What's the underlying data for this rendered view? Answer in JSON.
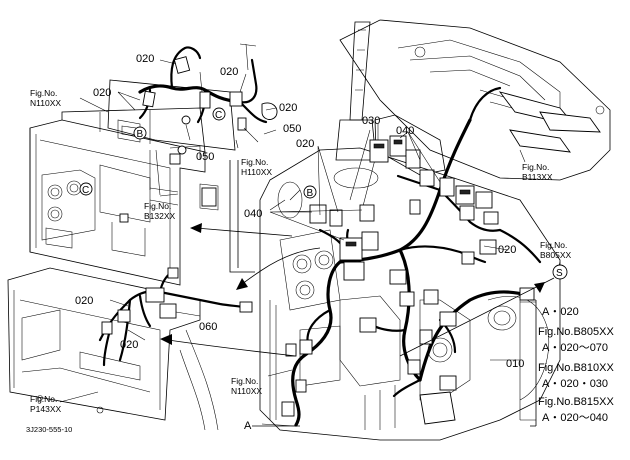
{
  "part_numbers": {
    "p020_a": "020",
    "p020_b": "020",
    "p020_c": "020",
    "p020_d": "020",
    "p020_e": "020",
    "p020_f": "020",
    "p020_g": "020",
    "p020_h": "020",
    "p030": "030",
    "p040_a": "040",
    "p040_b": "040",
    "p050_a": "050",
    "p050_b": "050",
    "p060": "060",
    "p010": "010"
  },
  "markers": {
    "b_left": "B",
    "b_mid": "B",
    "c_upper": "C",
    "c_left": "C",
    "s": "S",
    "a": "A"
  },
  "fig_refs": {
    "n110_top_1": "Fig.No.",
    "n110_top_2": "N110XX",
    "h110_1": "Fig.No.",
    "h110_2": "H110XX",
    "b113_1": "Fig.No.",
    "b113_2": "B113XX",
    "b132_1": "Fig.No.",
    "b132_2": "B132XX",
    "b805_1": "Fig.No.",
    "b805_2": "B805XX",
    "n110_bot_1": "Fig.No.",
    "n110_bot_2": "N110XX",
    "p143_1": "Fig.No.",
    "p143_2": "P143XX"
  },
  "legend": {
    "line1": "A・020",
    "line2": "Fig.No.B805XX",
    "line3": "A・020～070",
    "line4": "Fig.No.B810XX",
    "line5": "A・020・030",
    "line6": "Fig.No.B815XX",
    "line7": "A・020～040"
  },
  "drawing_code": "3J230-555-10"
}
